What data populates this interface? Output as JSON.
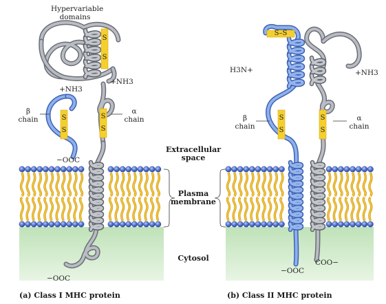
{
  "labels": {
    "hypervariable_line1": "Hypervariable",
    "hypervariable_line2": "domains",
    "nh3_a_top": "+NH3",
    "nh3_a_beta": "+NH3",
    "beta_chain_a_1": "β",
    "beta_chain_a_2": "chain",
    "alpha_chain_a_1": "α",
    "alpha_chain_a_2": "chain",
    "ooc_a_top": "−OOC",
    "ooc_a_bottom": "−OOC",
    "extracellular_1": "Extracellular",
    "extracellular_2": "space",
    "plasma_1": "Plasma",
    "plasma_2": "membrane",
    "cytosol": "Cytosol",
    "h3n_b": "H3N+",
    "nh3_b": "+NH3",
    "beta_chain_b_1": "β",
    "beta_chain_b_2": "chain",
    "alpha_chain_b_1": "α",
    "alpha_chain_b_2": "chain",
    "ooc_b": "−OOC",
    "coo_b": "COO−",
    "disulfide_s": "S",
    "disulfide_ss": "S–S"
  },
  "captions": {
    "a": "(a) Class I MHC protein",
    "b": "(b) Class II MHC protein"
  },
  "colors": {
    "alpha_chain": "#9a9ea6",
    "beta_chain": "#6f95d6",
    "disulfide": "#f5cf2e",
    "lipid_head": "#4d6fcf",
    "lipid_tail": "#f1c23a",
    "cytosol": "#cfe8c9"
  }
}
